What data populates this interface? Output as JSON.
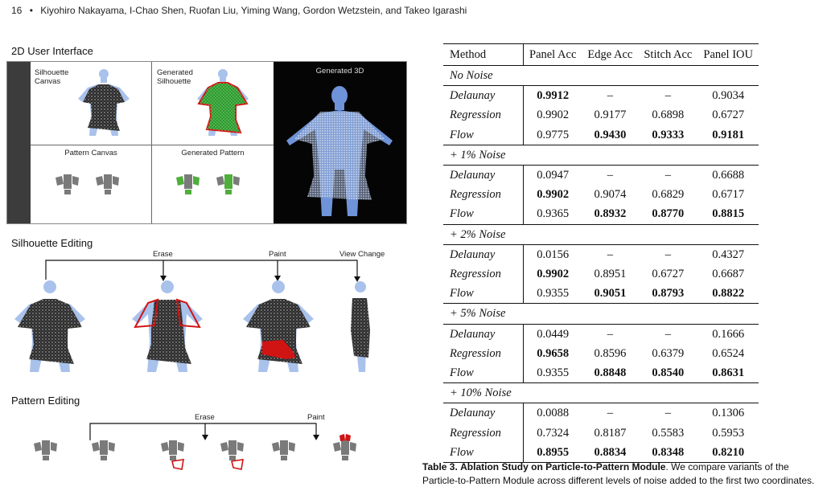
{
  "header": {
    "page_number": "16",
    "separator": "•",
    "authors": "Kiyohiro Nakayama, I-Chao Shen, Ruofan Liu, Yiming Wang, Gordon Wetzstein, and Takeo Igarashi"
  },
  "figure": {
    "ui_title": "2D User Interface",
    "panels": {
      "silhouette_canvas": "Silhouette\nCanvas",
      "generated_silhouette": "Generated\nSilhouette",
      "generated_3d": "Generated 3D",
      "pattern_canvas": "Pattern Canvas",
      "generated_pattern": "Generated Pattern"
    },
    "silhouette_editing": {
      "title": "Silhouette Editing",
      "ops": [
        "Erase",
        "Paint",
        "View Change"
      ]
    },
    "pattern_editing": {
      "title": "Pattern Editing",
      "ops": [
        "Erase",
        "Paint"
      ]
    },
    "colors": {
      "mannequin": "#a9c2ec",
      "particles": "#2b2b2b",
      "green": "#2e9a2e",
      "red": "#d01414",
      "dark_bg": "#050505"
    }
  },
  "table": {
    "headers": [
      "Method",
      "Panel Acc",
      "Edge Acc",
      "Stitch Acc",
      "Panel IOU"
    ],
    "groups": [
      {
        "name": "No Noise",
        "rows": [
          {
            "method": "Delaunay",
            "values": [
              "0.9912",
              "–",
              "–",
              "0.9034"
            ],
            "bold": [
              true,
              false,
              false,
              false
            ]
          },
          {
            "method": "Regression",
            "values": [
              "0.9902",
              "0.9177",
              "0.6898",
              "0.6727"
            ],
            "bold": [
              false,
              false,
              false,
              false
            ]
          },
          {
            "method": "Flow",
            "values": [
              "0.9775",
              "0.9430",
              "0.9333",
              "0.9181"
            ],
            "bold": [
              false,
              true,
              true,
              true
            ]
          }
        ]
      },
      {
        "name": "+ 1% Noise",
        "rows": [
          {
            "method": "Delaunay",
            "values": [
              "0.0947",
              "–",
              "–",
              "0.6688"
            ],
            "bold": [
              false,
              false,
              false,
              false
            ]
          },
          {
            "method": "Regression",
            "values": [
              "0.9902",
              "0.9074",
              "0.6829",
              "0.6717"
            ],
            "bold": [
              true,
              false,
              false,
              false
            ]
          },
          {
            "method": "Flow",
            "values": [
              "0.9365",
              "0.8932",
              "0.8770",
              "0.8815"
            ],
            "bold": [
              false,
              true,
              true,
              true
            ]
          }
        ]
      },
      {
        "name": "+ 2% Noise",
        "rows": [
          {
            "method": "Delaunay",
            "values": [
              "0.0156",
              "–",
              "–",
              "0.4327"
            ],
            "bold": [
              false,
              false,
              false,
              false
            ]
          },
          {
            "method": "Regression",
            "values": [
              "0.9902",
              "0.8951",
              "0.6727",
              "0.6687"
            ],
            "bold": [
              true,
              false,
              false,
              false
            ]
          },
          {
            "method": "Flow",
            "values": [
              "0.9355",
              "0.9051",
              "0.8793",
              "0.8822"
            ],
            "bold": [
              false,
              true,
              true,
              true
            ]
          }
        ]
      },
      {
        "name": "+ 5% Noise",
        "rows": [
          {
            "method": "Delaunay",
            "values": [
              "0.0449",
              "–",
              "–",
              "0.1666"
            ],
            "bold": [
              false,
              false,
              false,
              false
            ]
          },
          {
            "method": "Regression",
            "values": [
              "0.9658",
              "0.8596",
              "0.6379",
              "0.6524"
            ],
            "bold": [
              true,
              false,
              false,
              false
            ]
          },
          {
            "method": "Flow",
            "values": [
              "0.9355",
              "0.8848",
              "0.8540",
              "0.8631"
            ],
            "bold": [
              false,
              true,
              true,
              true
            ]
          }
        ]
      },
      {
        "name": "+ 10% Noise",
        "rows": [
          {
            "method": "Delaunay",
            "values": [
              "0.0088",
              "–",
              "–",
              "0.1306"
            ],
            "bold": [
              false,
              false,
              false,
              false
            ]
          },
          {
            "method": "Regression",
            "values": [
              "0.7324",
              "0.8187",
              "0.5583",
              "0.5953"
            ],
            "bold": [
              false,
              false,
              false,
              false
            ]
          },
          {
            "method": "Flow",
            "values": [
              "0.8955",
              "0.8834",
              "0.8348",
              "0.8210"
            ],
            "bold": [
              true,
              true,
              true,
              true
            ]
          }
        ]
      }
    ]
  },
  "caption": {
    "label": "Table 3.",
    "title": "Ablation Study on Particle-to-Pattern Module",
    "text": ". We compare variants of the Particle-to-Pattern Module across different levels of noise added to the first two coordinates."
  }
}
